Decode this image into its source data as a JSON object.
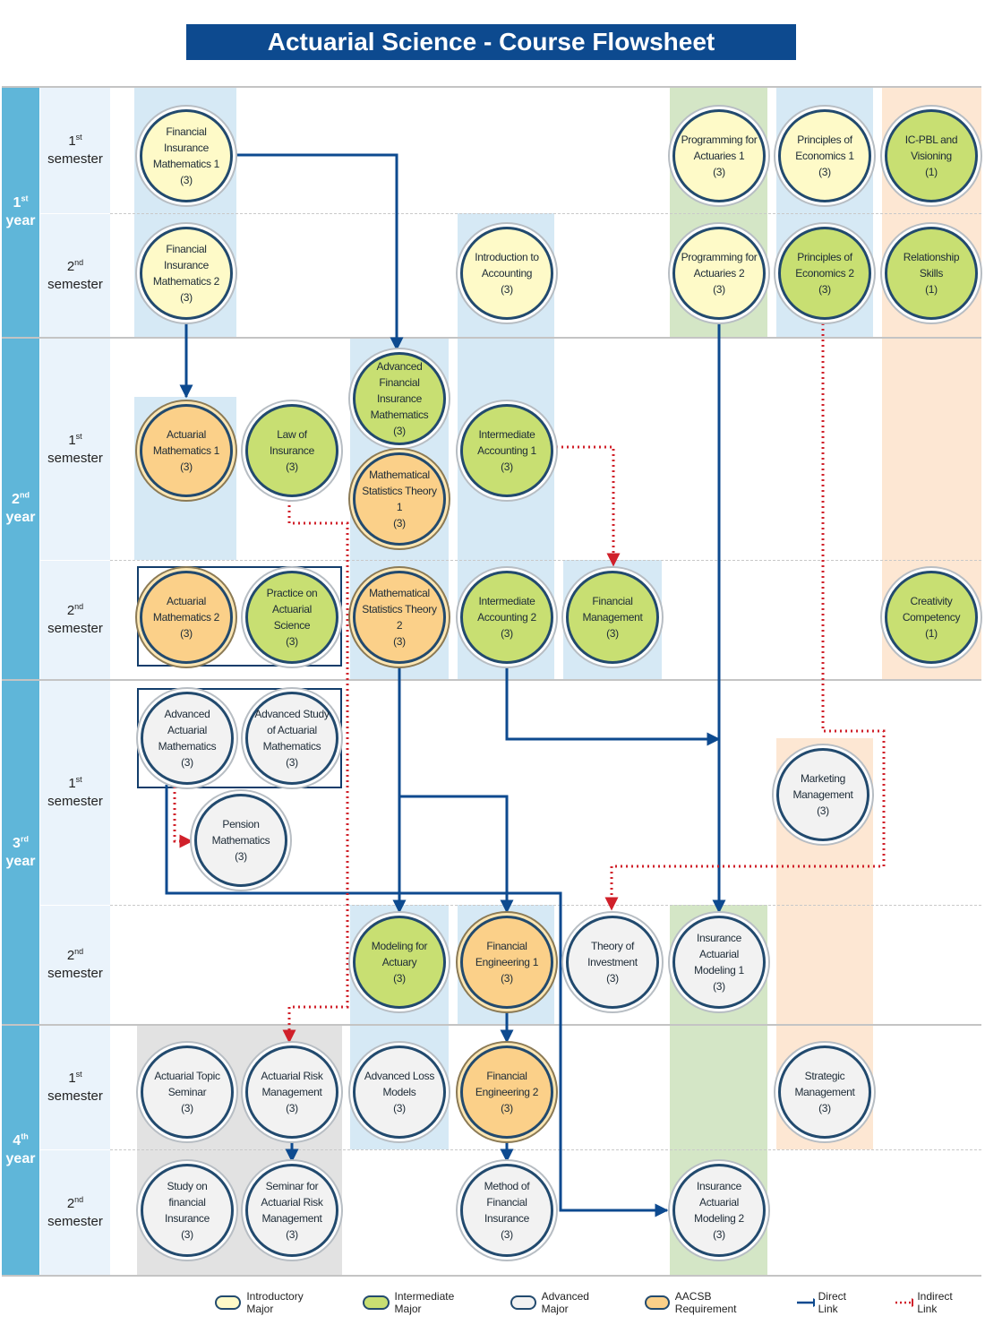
{
  "title": "Actuarial Science - Course Flowsheet",
  "years": [
    {
      "num": "1",
      "sup": "st",
      "word": "year"
    },
    {
      "num": "2",
      "sup": "nd",
      "word": "year"
    },
    {
      "num": "3",
      "sup": "rd",
      "word": "year"
    },
    {
      "num": "4",
      "sup": "th",
      "word": "year"
    }
  ],
  "semesters": [
    {
      "num": "1",
      "sup": "st",
      "word": "semester"
    },
    {
      "num": "2",
      "sup": "nd",
      "word": "semester"
    },
    {
      "num": "1",
      "sup": "st",
      "word": "semester"
    },
    {
      "num": "2",
      "sup": "nd",
      "word": "semester"
    },
    {
      "num": "1",
      "sup": "st",
      "word": "semester"
    },
    {
      "num": "2",
      "sup": "nd",
      "word": "semester"
    },
    {
      "num": "1",
      "sup": "st",
      "word": "semester"
    },
    {
      "num": "2",
      "sup": "nd",
      "word": "semester"
    }
  ],
  "courses": [
    {
      "id": "fim1",
      "lines": [
        "Financial",
        "Insurance",
        "Mathematics 1",
        "(3)"
      ],
      "category": "intro"
    },
    {
      "id": "pfa1",
      "lines": [
        "Programming for",
        "Actuaries 1",
        "(3)"
      ],
      "category": "intro"
    },
    {
      "id": "poe1",
      "lines": [
        "Principles of",
        "Economics 1",
        "(3)"
      ],
      "category": "intro"
    },
    {
      "id": "icpbl",
      "lines": [
        "IC-PBL and Visioning",
        "(1)"
      ],
      "category": "inter"
    },
    {
      "id": "fim2",
      "lines": [
        "Financial",
        "Insurance",
        "Mathematics 2",
        "(3)"
      ],
      "category": "intro"
    },
    {
      "id": "ita",
      "lines": [
        "Introduction to",
        "Accounting",
        "(3)"
      ],
      "category": "intro"
    },
    {
      "id": "pfa2",
      "lines": [
        "Programming for",
        "Actuaries 2",
        "(3)"
      ],
      "category": "intro"
    },
    {
      "id": "poe2",
      "lines": [
        "Principles of",
        "Economics 2",
        "(3)"
      ],
      "category": "inter"
    },
    {
      "id": "rs",
      "lines": [
        "Relationship Skills",
        "(1)"
      ],
      "category": "inter"
    },
    {
      "id": "afim",
      "lines": [
        "Advanced",
        "Financial Insurance",
        "Mathematics",
        "(3)"
      ],
      "category": "inter"
    },
    {
      "id": "am1",
      "lines": [
        "Actuarial",
        "Mathematics 1",
        "(3)"
      ],
      "category": "aacsb"
    },
    {
      "id": "loi",
      "lines": [
        "Law of Insurance",
        "(3)"
      ],
      "category": "inter"
    },
    {
      "id": "mst1",
      "lines": [
        "Mathematical",
        "Statistics Theory 1",
        "(3)"
      ],
      "category": "aacsb"
    },
    {
      "id": "ia1",
      "lines": [
        "Intermediate",
        "Accounting 1",
        "(3)"
      ],
      "category": "inter"
    },
    {
      "id": "am2",
      "lines": [
        "Actuarial",
        "Mathematics 2",
        "(3)"
      ],
      "category": "aacsb"
    },
    {
      "id": "poas",
      "lines": [
        "Practice on",
        "Actuarial Science",
        "(3)"
      ],
      "category": "inter"
    },
    {
      "id": "mst2",
      "lines": [
        "Mathematical",
        "Statistics Theory 2",
        "(3)"
      ],
      "category": "aacsb"
    },
    {
      "id": "ia2",
      "lines": [
        "Intermediate",
        "Accounting 2",
        "(3)"
      ],
      "category": "inter"
    },
    {
      "id": "fm",
      "lines": [
        "Financial",
        "Management",
        "(3)"
      ],
      "category": "inter"
    },
    {
      "id": "cc",
      "lines": [
        "Creativity",
        "Competency",
        "(1)"
      ],
      "category": "inter"
    },
    {
      "id": "aam",
      "lines": [
        "Advanced Actuarial",
        "Mathematics",
        "(3)"
      ],
      "category": "adv"
    },
    {
      "id": "asam",
      "lines": [
        "Advanced Study",
        "of Actuarial",
        "Mathematics",
        "(3)"
      ],
      "category": "adv"
    },
    {
      "id": "mm",
      "lines": [
        "Marketing",
        "Management",
        "(3)"
      ],
      "category": "adv"
    },
    {
      "id": "pm",
      "lines": [
        "Pension",
        "Mathematics",
        "(3)"
      ],
      "category": "adv"
    },
    {
      "id": "mfa",
      "lines": [
        "Modeling for",
        "Actuary",
        "(3)"
      ],
      "category": "inter"
    },
    {
      "id": "fe1",
      "lines": [
        "Financial",
        "Engineering 1",
        "(3)"
      ],
      "category": "aacsb"
    },
    {
      "id": "toi",
      "lines": [
        "Theory of",
        "Investment",
        "(3)"
      ],
      "category": "adv"
    },
    {
      "id": "iam1",
      "lines": [
        "Insurance Actuarial",
        "Modeling 1",
        "(3)"
      ],
      "category": "adv"
    },
    {
      "id": "ats",
      "lines": [
        "Actuarial Topic",
        "Seminar",
        "(3)"
      ],
      "category": "adv"
    },
    {
      "id": "arm",
      "lines": [
        "Actuarial Risk",
        "Management",
        "(3)"
      ],
      "category": "adv"
    },
    {
      "id": "alm",
      "lines": [
        "Advanced Loss",
        "Models",
        "(3)"
      ],
      "category": "adv"
    },
    {
      "id": "fe2",
      "lines": [
        "Financial",
        "Engineering 2",
        "(3)"
      ],
      "category": "aacsb"
    },
    {
      "id": "sm",
      "lines": [
        "Strategic",
        "Management",
        "(3)"
      ],
      "category": "adv"
    },
    {
      "id": "sofi",
      "lines": [
        "Study on financial",
        "Insurance",
        "(3)"
      ],
      "category": "adv"
    },
    {
      "id": "sfarm",
      "lines": [
        "Seminar for",
        "Actuarial Risk",
        "Management",
        "(3)"
      ],
      "category": "adv"
    },
    {
      "id": "mofi",
      "lines": [
        "Method of Financial",
        "Insurance",
        "(3)"
      ],
      "category": "adv"
    },
    {
      "id": "iam2",
      "lines": [
        "Insurance Actuarial",
        "Modeling 2",
        "(3)"
      ],
      "category": "adv"
    }
  ],
  "links": [
    {
      "from": "fim1",
      "to": "afim",
      "type": "direct"
    },
    {
      "from": "fim2",
      "to": "am1",
      "type": "direct"
    },
    {
      "from": "pfa2",
      "to": "iam1",
      "type": "direct"
    },
    {
      "from": "ia2",
      "to": "pfa2",
      "type": "direct"
    },
    {
      "from": "mst2",
      "to": "mfa",
      "type": "direct"
    },
    {
      "from": "mst2",
      "to": "fe1",
      "type": "direct"
    },
    {
      "from": "aam",
      "to": "iam2",
      "type": "direct"
    },
    {
      "from": "fe1",
      "to": "fe2",
      "type": "direct"
    },
    {
      "from": "fe2",
      "to": "mofi",
      "type": "direct"
    },
    {
      "from": "arm",
      "to": "sfarm",
      "type": "direct"
    },
    {
      "from": "ia1",
      "to": "fm",
      "type": "indirect"
    },
    {
      "from": "loi",
      "to": "arm",
      "type": "indirect"
    },
    {
      "from": "poe2",
      "to": "toi",
      "type": "indirect"
    },
    {
      "from": "aam",
      "to": "pm",
      "type": "indirect"
    }
  ],
  "legend": {
    "intro": "Introductory Major",
    "inter": "Intermediate Major",
    "adv": "Advanced Major",
    "aacsb": "AACSB Requirement",
    "direct": "Direct Link",
    "indirect": "Indirect Link"
  },
  "colors": {
    "header": "#0d4a8f",
    "intro": "#fefac8",
    "inter": "#c8df72",
    "adv": "#f2f2f2",
    "aacsb": "#fbd089",
    "direct_link": "#0d4a8f",
    "indirect_link": "#d0202a"
  }
}
